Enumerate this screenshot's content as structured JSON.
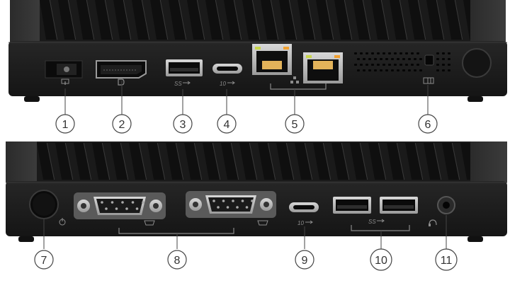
{
  "colors": {
    "background": "#ffffff",
    "chassis_body": "#2a2a2a",
    "chassis_face": "#1b1b1b",
    "fin": "#121212",
    "fin_highlight": "#3a3a3a",
    "port_metal": "#b9b9b9",
    "port_black": "#0a0a0a",
    "ethernet_green": "#c8d64a",
    "ethernet_orange": "#f0a030",
    "icon_gray": "#8c8c8c",
    "callout_line": "#444444"
  },
  "top_device": {
    "ports": [
      {
        "name": "dc-power-in",
        "icon": "dc-in-icon"
      },
      {
        "name": "displayport",
        "icon": "displayport-icon"
      },
      {
        "name": "usb-a-superspeed",
        "icon": "usb-ss-icon",
        "label": "SS"
      },
      {
        "name": "usb-c",
        "icon": "usb-10-icon",
        "label": "10"
      },
      {
        "name": "ethernet-pair",
        "icon": "network-icon"
      },
      {
        "name": "security-lock-slot",
        "icon": "lock-icon"
      }
    ],
    "callouts": [
      "1",
      "2",
      "3",
      "4",
      "5",
      "6"
    ]
  },
  "bottom_device": {
    "ports": [
      {
        "name": "power-button",
        "icon": "power-icon"
      },
      {
        "name": "serial-pair",
        "icon": "serial-icon"
      },
      {
        "name": "usb-c",
        "icon": "usb-10-icon",
        "label": "10"
      },
      {
        "name": "usb-a-superspeed-pair",
        "icon": "usb-ss-icon",
        "label": "SS"
      },
      {
        "name": "audio-jack",
        "icon": "headset-icon"
      }
    ],
    "callouts": [
      "7",
      "8",
      "9",
      "10",
      "11"
    ]
  }
}
